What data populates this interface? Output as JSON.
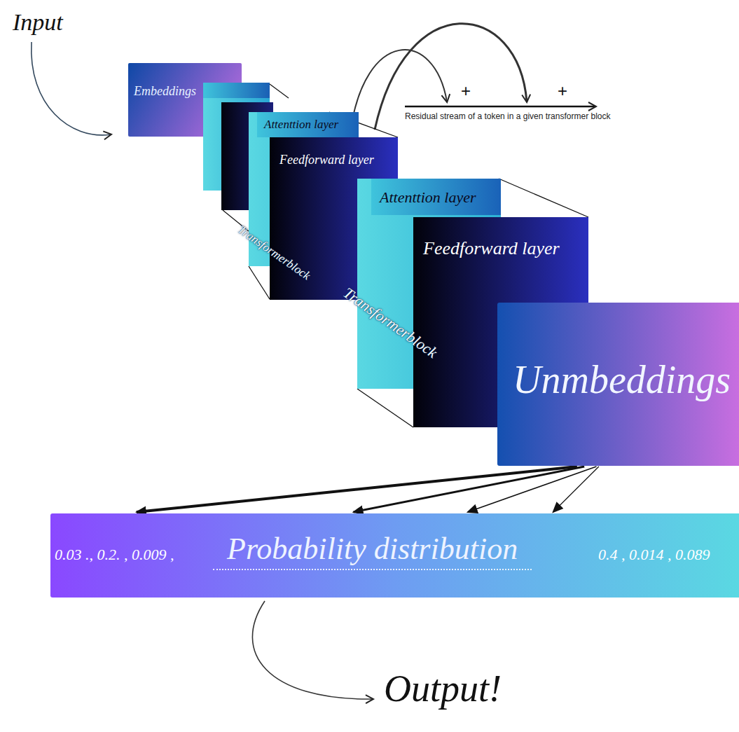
{
  "diagram": {
    "nodes": [
      {
        "text": [
          "Embeddings"
        ]
      },
      {
        "text": [
          "Transformerblock"
        ]
      },
      {
        "text": [
          "Attenttion layer"
        ],
        "in": 1
      },
      {
        "text": [
          "Feedforward layer"
        ],
        "in": 1
      },
      {
        "text": [
          "Transformerblock"
        ]
      },
      {
        "text": [
          "Attenttion layer"
        ],
        "in": 4
      },
      {
        "text": [
          "Feedforward layer"
        ],
        "in": 4
      },
      {
        "text": [
          "Unmbeddings"
        ]
      },
      {
        "text": [
          "0.03 ., 0.2. , 0.009 ,",
          "Probability distribution",
          "0.4 , 0.014 , 0.089"
        ]
      }
    ],
    "edges": [
      {
        "from": 7,
        "to": 8,
        "arrow": "to"
      },
      {
        "from": 7,
        "to": 8,
        "arrow": "to"
      },
      {
        "from": 7,
        "to": 8,
        "arrow": "to"
      },
      {
        "from": 7,
        "to": 8,
        "arrow": "to"
      }
    ],
    "labels": [
      "Input",
      "+",
      "+",
      "Residual stream of a token in a given transformer block",
      "Output!"
    ]
  }
}
